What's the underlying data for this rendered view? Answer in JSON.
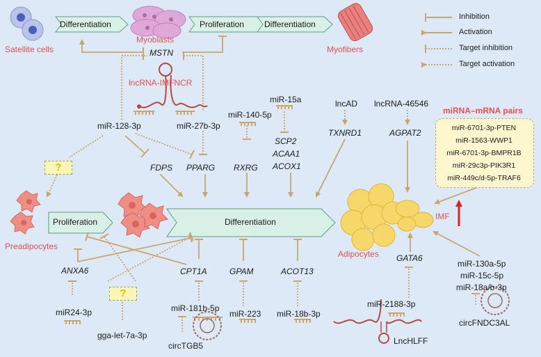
{
  "colors": {
    "background": "#dde9f6",
    "arrow": "#c9a66b",
    "red_label": "#e8504f",
    "chevron_fill": "#d8f0e6",
    "chevron_stroke": "#5a9e82",
    "up_arrow": "#e0201b"
  },
  "legend": {
    "inhibition": "Inhibition",
    "activation": "Activation",
    "target_inhibition": "Target inhibition",
    "target_activation": "Target activation"
  },
  "cells": {
    "satellite": "Satellite cells",
    "myoblasts": "Myoblasts",
    "myofibers": "Myofibers",
    "preadipocytes": "Preadipocytes",
    "adipocytes": "Adipocytes"
  },
  "stages": {
    "differentiation_top": "Differentiation",
    "proliferation_top": "Proliferation",
    "differentiation_top2": "Differentiation",
    "proliferation_mid": "Proliferation",
    "differentiation_mid": "Differentiation"
  },
  "genes": {
    "mstn": "MSTN",
    "fdps": "FDPS",
    "pparg": "PPARG",
    "rxrg": "RXRG",
    "scp2": "SCP2",
    "acaa1": "ACAA1",
    "acox1": "ACOX1",
    "txnrd1": "TXNRD1",
    "agpat2": "AGPAT2",
    "anxa6": "ANXA6",
    "cpt1a": "CPT1A",
    "gpam": "GPAM",
    "acot13": "ACOT13",
    "gata6": "GATA6"
  },
  "regulators": {
    "lncrna_imfncr": "lncRNA-IMFNCR",
    "mir128": "miR-128-3p",
    "mir27b": "miR-27b-3p",
    "mir140": "miR-140-5p",
    "mir15a": "miR-15a",
    "lncad": "lncAD",
    "lncrna46546": "lncRNA-46546",
    "mir24": "miR24-3p",
    "let7a": "gga-let-7a-3p",
    "mir181b": "miR-181b-5p",
    "circtgb5": "circTGB5",
    "mir223": "miR-223",
    "mir18b": "miR-18b-3p",
    "mir2188": "miR-2188-3p",
    "lnchlff": "LncHLFF",
    "mir130a": "miR-130a-5p",
    "mir15c": "miR-15c-5p",
    "mir18ab": "miR-18a/b-3p",
    "circfndc3al": "circFNDC3AL",
    "question": "?"
  },
  "pairs": {
    "title": "miRNA–mRNA pairs",
    "items": [
      "miR-6701-3p-PTEN",
      "miR-1563-WWP1",
      "miR-6701-3p-BMPR1B",
      "miR-29c3p-PIK3R1",
      "miR-449c/d-5p-TRAF6"
    ]
  },
  "imf": "IMF"
}
